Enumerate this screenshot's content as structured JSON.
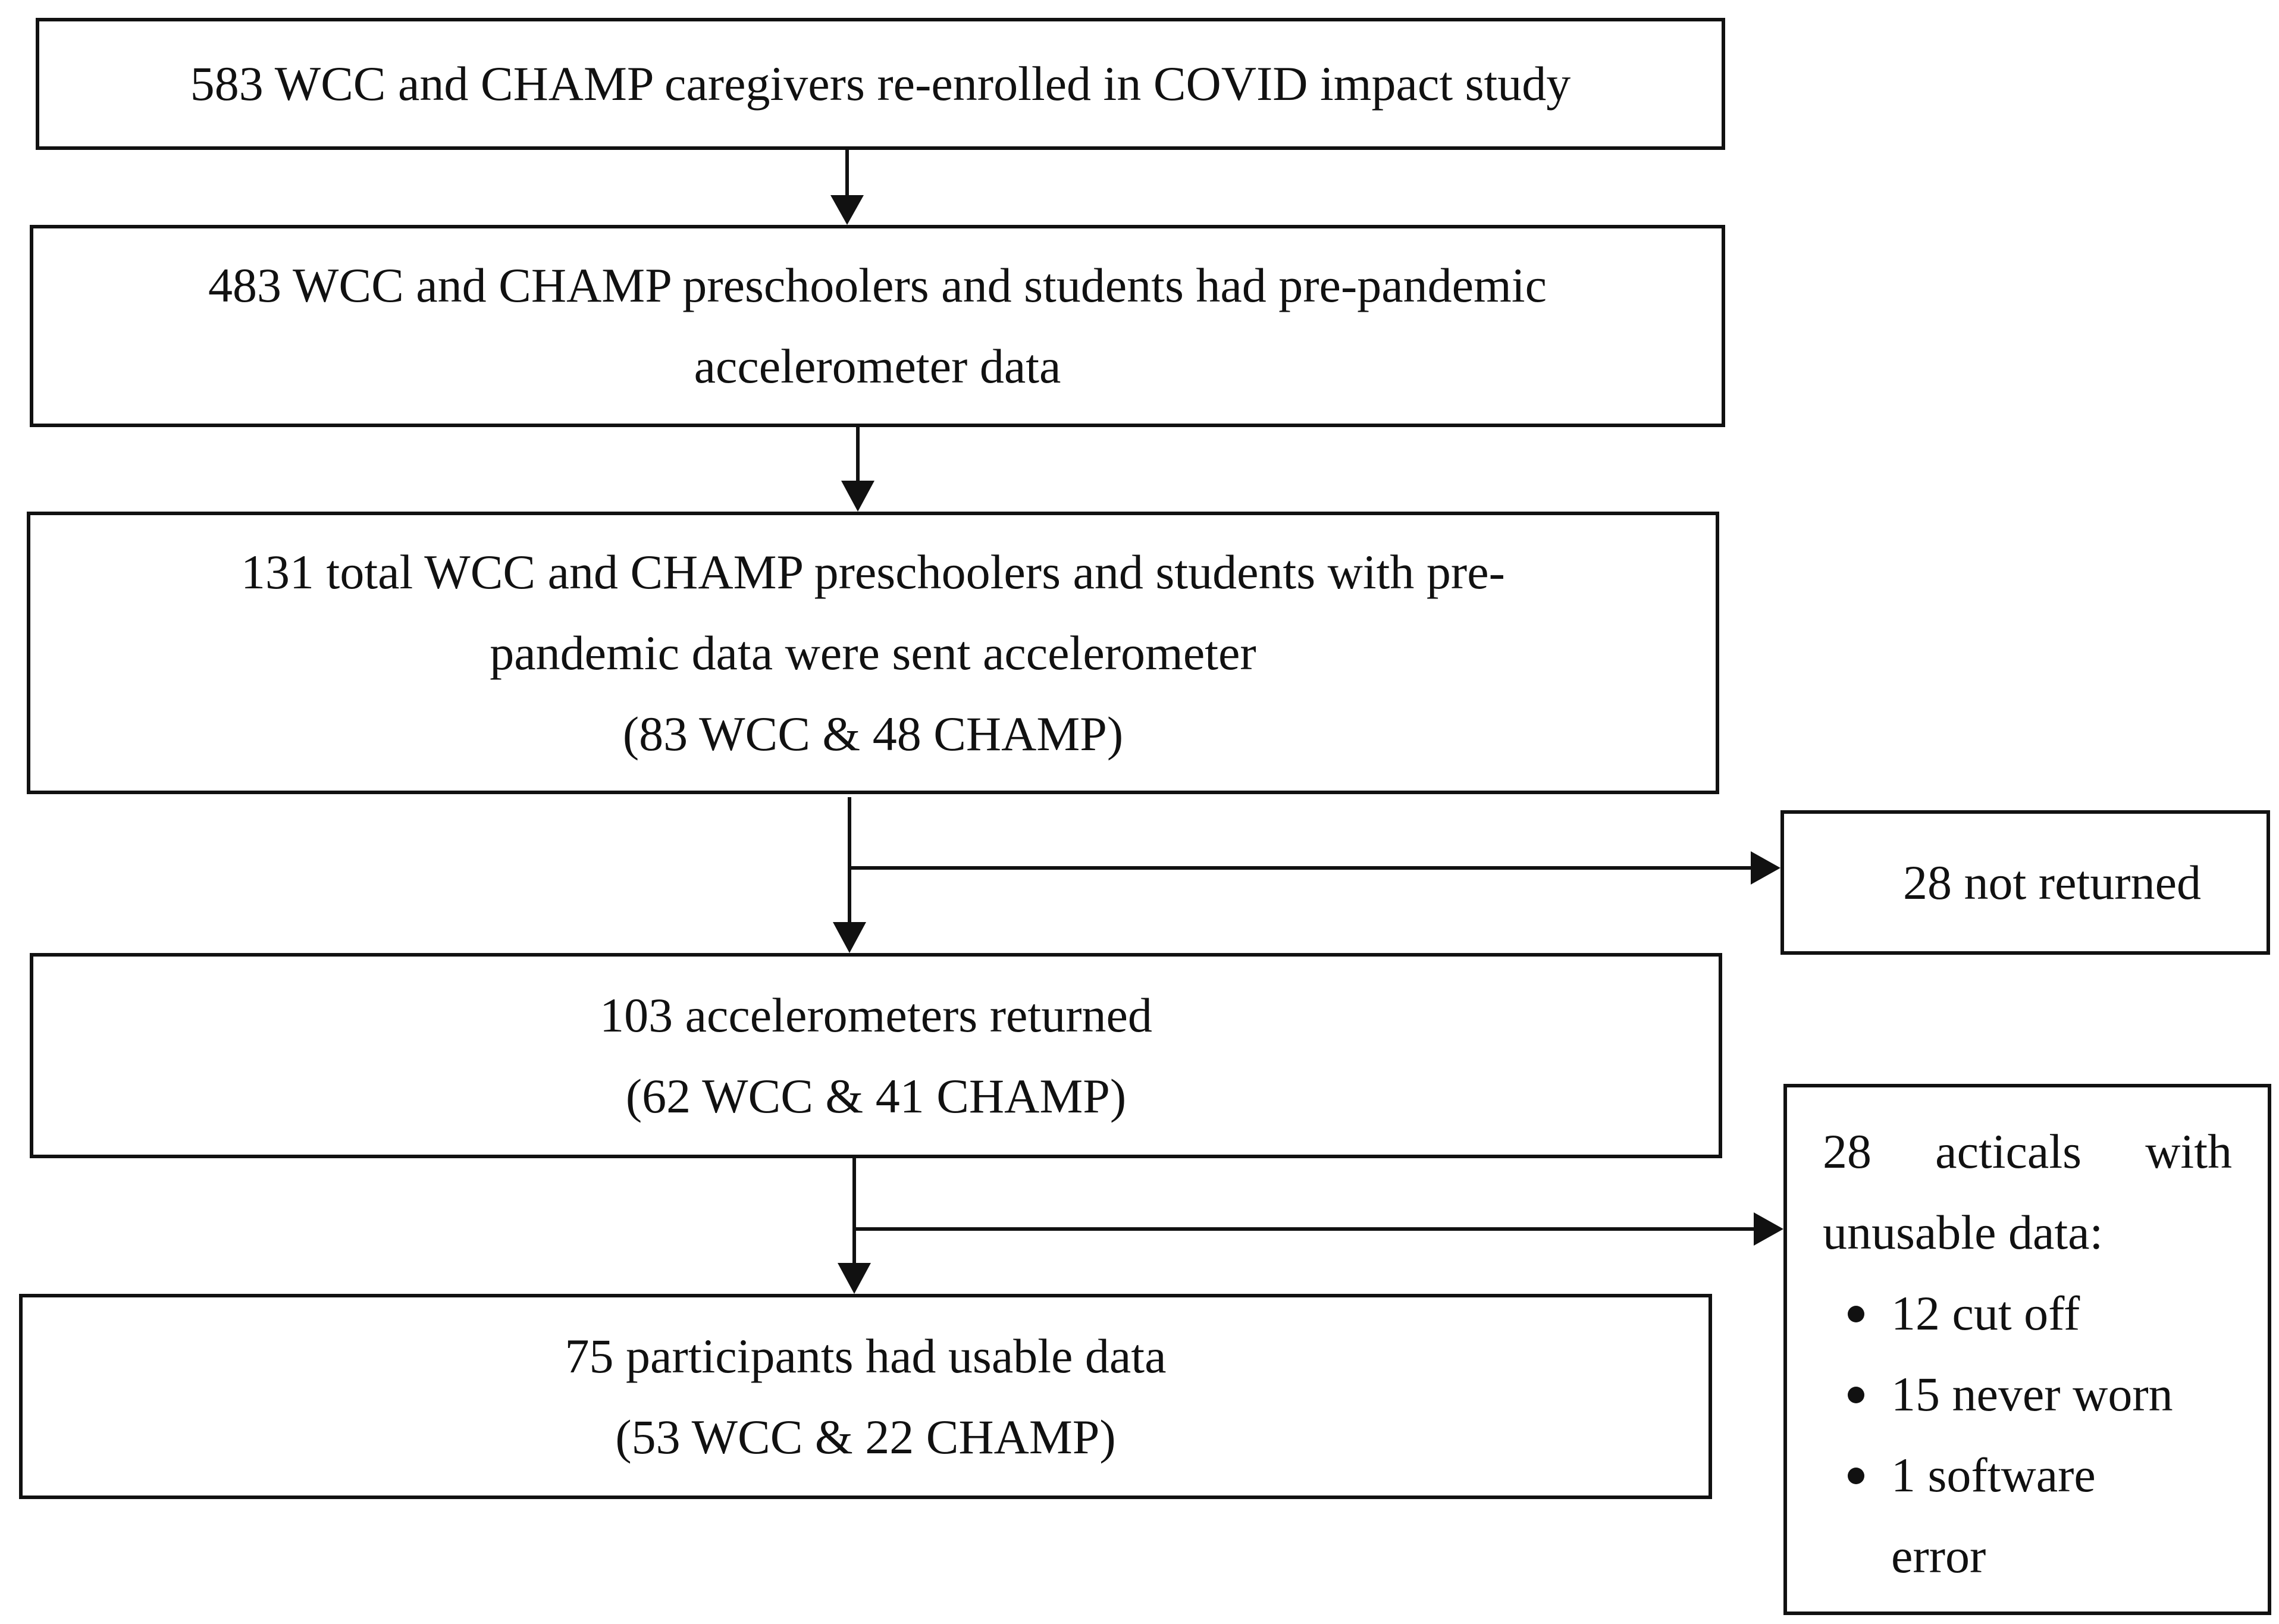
{
  "flow": {
    "box1": {
      "lines": [
        "583 WCC and CHAMP caregivers re-enrolled in COVID impact study"
      ]
    },
    "box2": {
      "lines": [
        "483 WCC and CHAMP preschoolers and students had pre-pandemic",
        "accelerometer data"
      ]
    },
    "box3": {
      "lines": [
        "131 total WCC and CHAMP preschoolers and students with pre-",
        "pandemic data were sent accelerometer",
        "(83 WCC & 48 CHAMP)"
      ]
    },
    "box4": {
      "lines": [
        "103 accelerometers returned",
        "(62 WCC & 41 CHAMP)"
      ]
    },
    "box5": {
      "lines": [
        "75 participants had usable data",
        "(53 WCC & 22 CHAMP)"
      ]
    }
  },
  "side": {
    "not_returned": {
      "text": "28 not returned"
    },
    "unusable": {
      "heading_words": [
        "28",
        "acticals",
        "with"
      ],
      "heading_rest": "unusable data:",
      "items": [
        {
          "text": "12 cut off"
        },
        {
          "text": "15 never worn"
        },
        {
          "text": "1 software",
          "cont": "error"
        }
      ]
    }
  }
}
